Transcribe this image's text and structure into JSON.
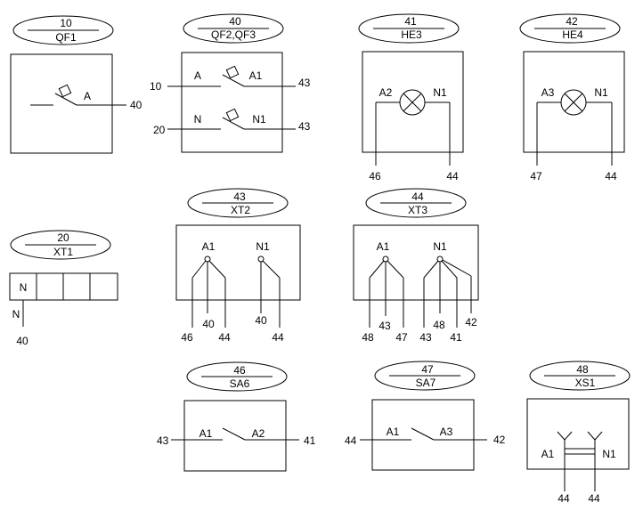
{
  "components": {
    "qf1": {
      "number": "10",
      "code": "QF1",
      "contact": "A",
      "out": "40"
    },
    "qf23": {
      "number": "40",
      "code": "QF2,QF3",
      "in1": "10",
      "in2": "20",
      "p1": "A",
      "p2": "A1",
      "p3": "N",
      "p4": "N1",
      "out1": "43",
      "out2": "43"
    },
    "he3": {
      "number": "41",
      "code": "HE3",
      "left": "A2",
      "right": "N1",
      "w1": "46",
      "w2": "44"
    },
    "he4": {
      "number": "42",
      "code": "HE4",
      "left": "A3",
      "right": "N1",
      "w1": "47",
      "w2": "44"
    },
    "xt1": {
      "number": "20",
      "code": "XT1",
      "cell": "N",
      "pin": "N",
      "wire": "40"
    },
    "xt2": {
      "number": "43",
      "code": "XT2",
      "t1": "A1",
      "t2": "N1",
      "w1": "46",
      "w2": "40",
      "w3": "44",
      "w4": "40",
      "w5": "44"
    },
    "xt3": {
      "number": "44",
      "code": "XT3",
      "t1": "A1",
      "t2": "N1",
      "w1": "48",
      "w2": "43",
      "w3": "47",
      "w4": "43",
      "w5": "48",
      "w6": "41",
      "w7": "42"
    },
    "sa6": {
      "number": "46",
      "code": "SA6",
      "in": "43",
      "p1": "A1",
      "p2": "A2",
      "out": "41"
    },
    "sa7": {
      "number": "47",
      "code": "SA7",
      "in": "44",
      "p1": "A1",
      "p2": "A3",
      "out": "42"
    },
    "xs1": {
      "number": "48",
      "code": "XS1",
      "left": "A1",
      "right": "N1",
      "w1": "44",
      "w2": "44"
    }
  }
}
